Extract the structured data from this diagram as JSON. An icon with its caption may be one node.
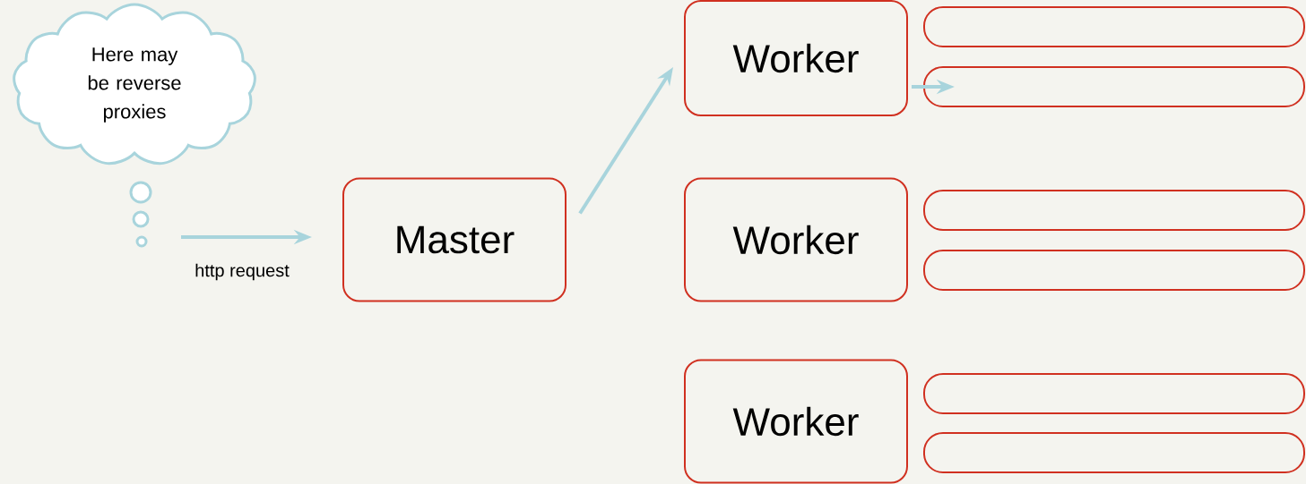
{
  "diagram": {
    "nodes": [
      {
        "text": [
          "Here may be reverse proxies"
        ]
      },
      {
        "text": [
          "Master"
        ]
      },
      {
        "text": [
          "Worker"
        ]
      },
      {
        "text": [
          "Worker"
        ]
      },
      {
        "text": [
          "Worker"
        ]
      },
      {
        "text": [],
        "shape": "bar"
      },
      {
        "text": [],
        "shape": "bar"
      },
      {
        "text": [],
        "shape": "bar"
      },
      {
        "text": [],
        "shape": "bar"
      },
      {
        "text": [],
        "shape": "bar"
      },
      {
        "text": [],
        "shape": "bar"
      }
    ],
    "edges": [
      {
        "from": null,
        "to": 1,
        "arrow": "to",
        "label": "http request"
      },
      {
        "from": 1,
        "to": 2,
        "arrow": "to"
      },
      {
        "from": 2,
        "to": 6,
        "arrow": "to"
      }
    ]
  }
}
